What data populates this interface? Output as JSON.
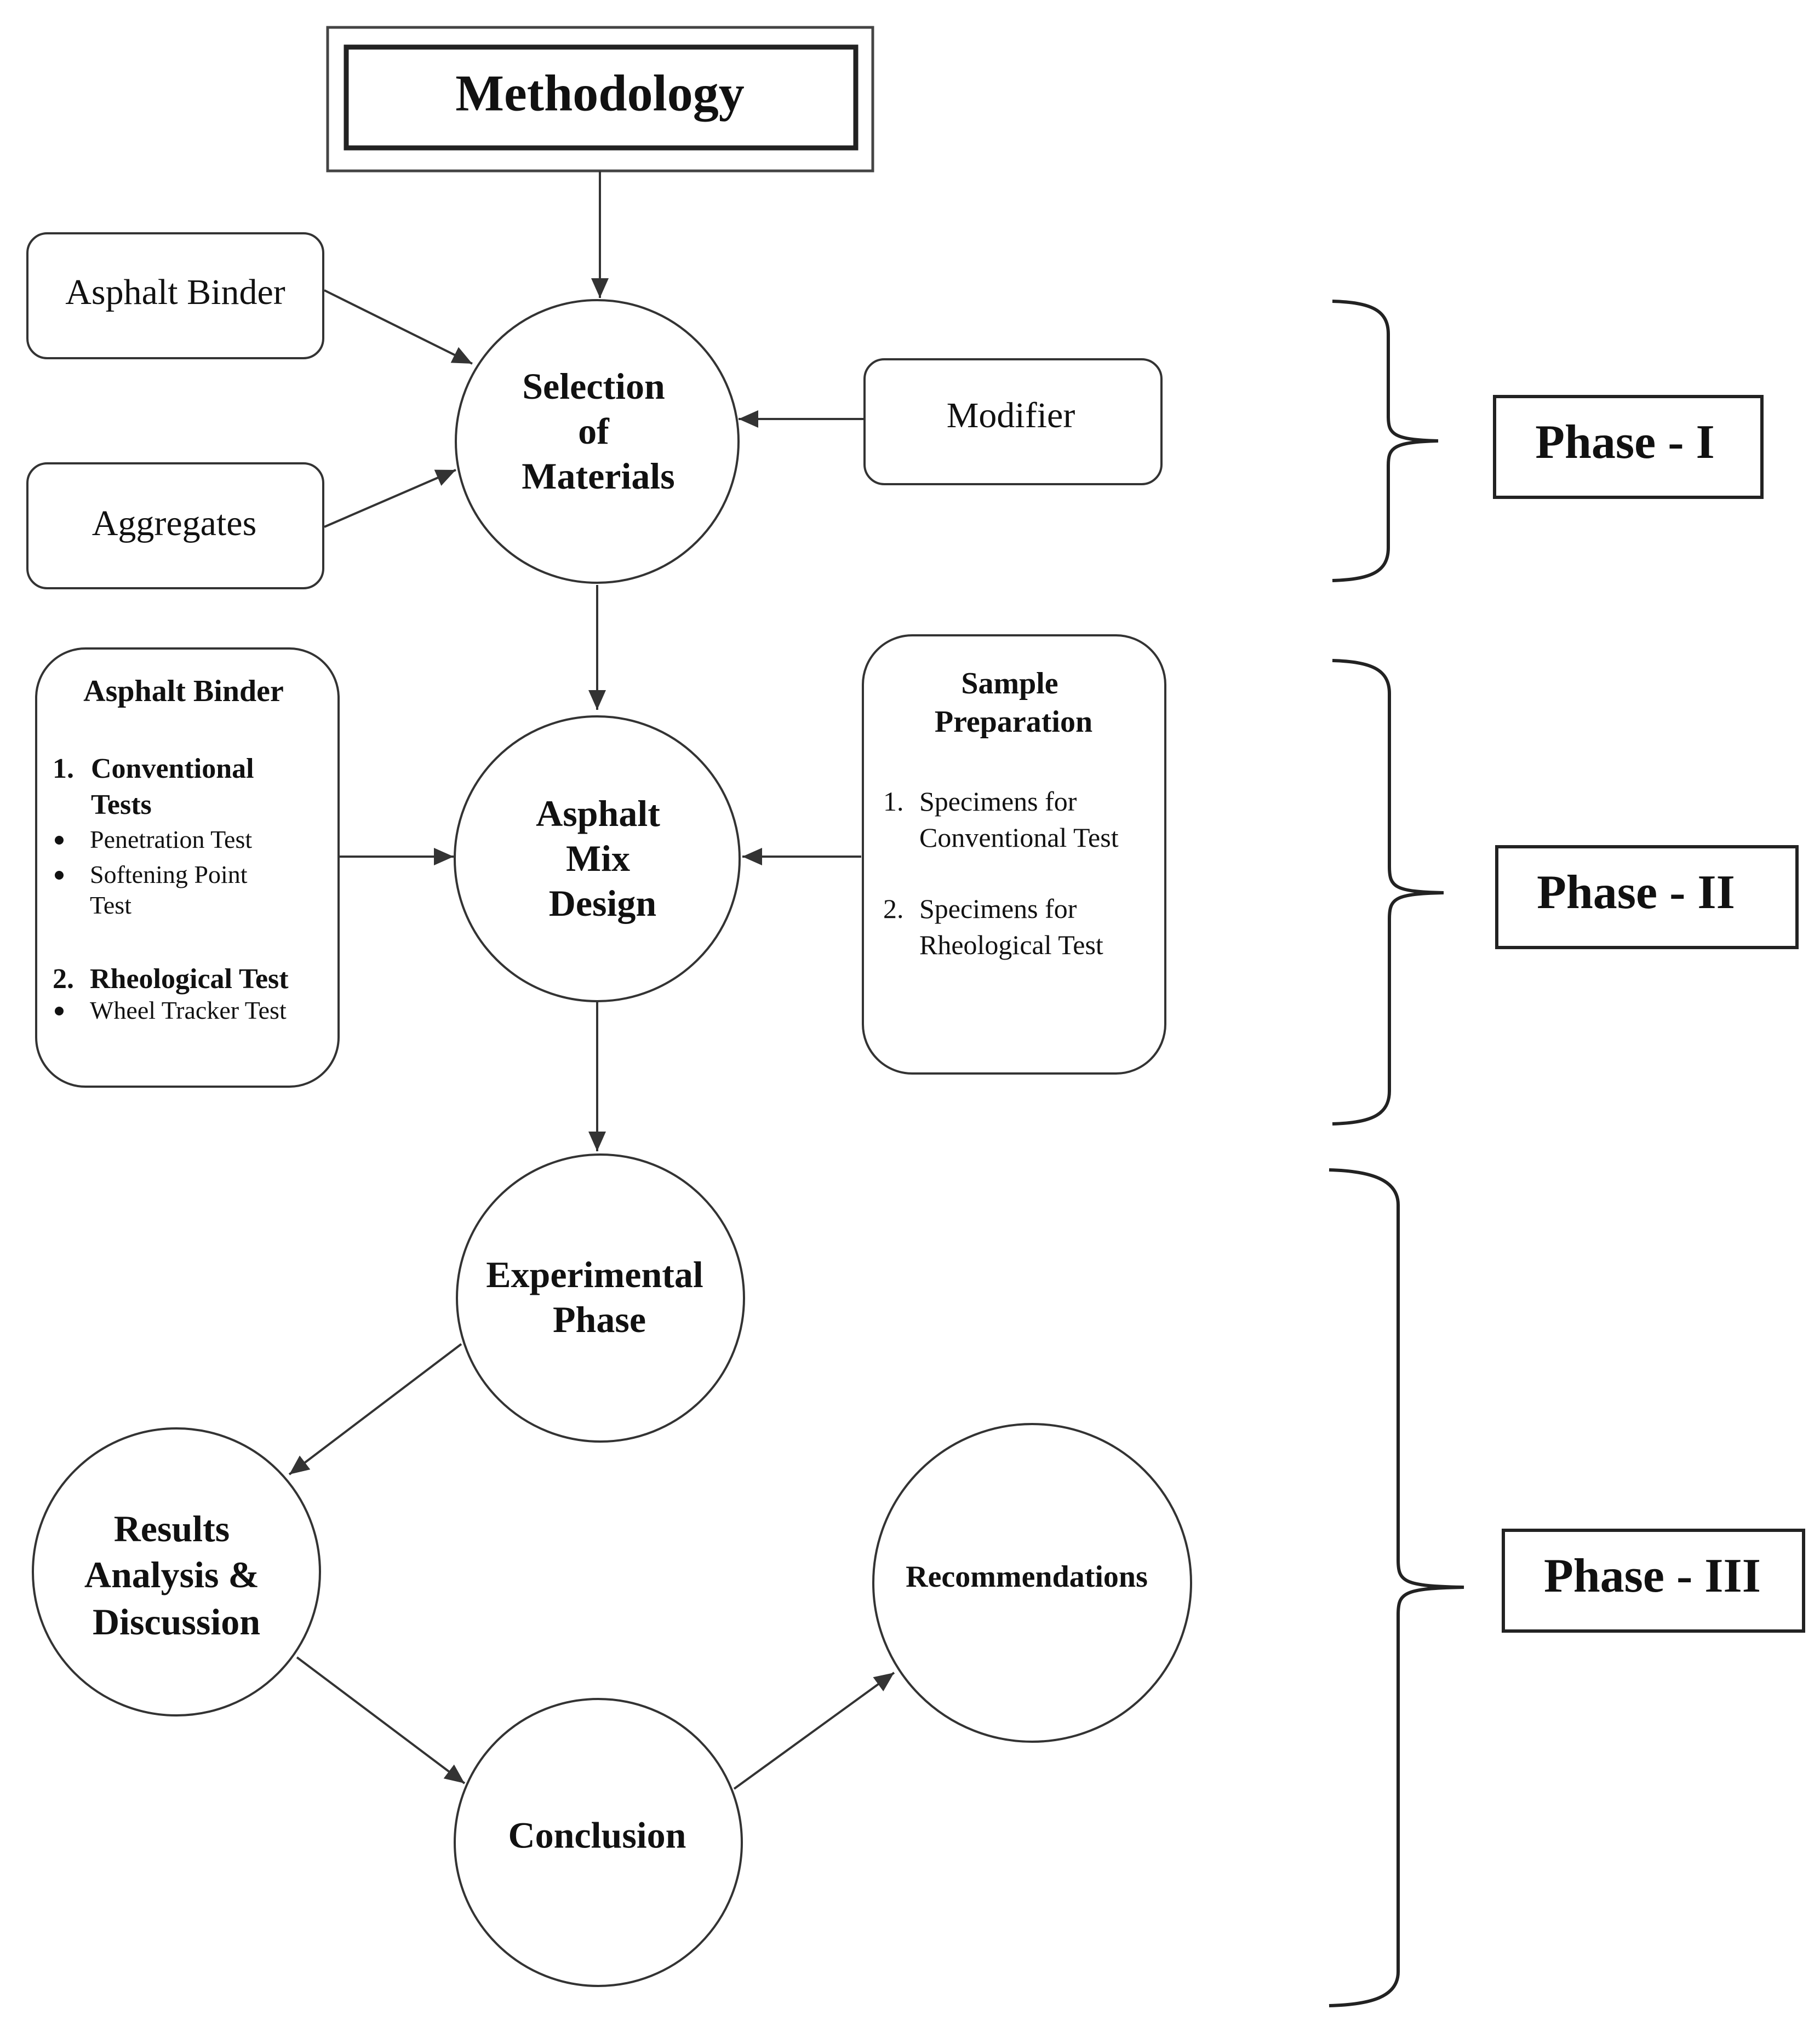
{
  "title": "Methodology",
  "inputs": {
    "asphalt_binder": "Asphalt Binder",
    "aggregates": "Aggregates",
    "modifier": "Modifier"
  },
  "nodes": {
    "selection": [
      "Selection",
      "of",
      "Materials"
    ],
    "mix_design": [
      "Asphalt",
      "Mix",
      "Design"
    ],
    "experimental": [
      "Experimental",
      "Phase"
    ],
    "results": [
      "Results",
      "Analysis &",
      "Discussion"
    ],
    "conclusion": "Conclusion",
    "recommendations": "Recommendations"
  },
  "binder_box": {
    "heading": "Asphalt Binder",
    "item1_num": "1.",
    "item1_lines": [
      "Conventional",
      "Tests"
    ],
    "bullet1": "Penetration Test",
    "bullet2_lines": [
      "Softening Point",
      "Test"
    ],
    "item2_num": "2.",
    "item2": "Rheological Test",
    "bullet3": "Wheel Tracker Test"
  },
  "sample_box": {
    "heading": [
      "Sample",
      "Preparation"
    ],
    "item1_num": "1.",
    "item1_lines": [
      "Specimens for",
      "Conventional Test"
    ],
    "item2_num": "2.",
    "item2_lines": [
      "Specimens for",
      "Rheological Test"
    ]
  },
  "phases": [
    "Phase - I",
    "Phase - II",
    "Phase - III"
  ]
}
